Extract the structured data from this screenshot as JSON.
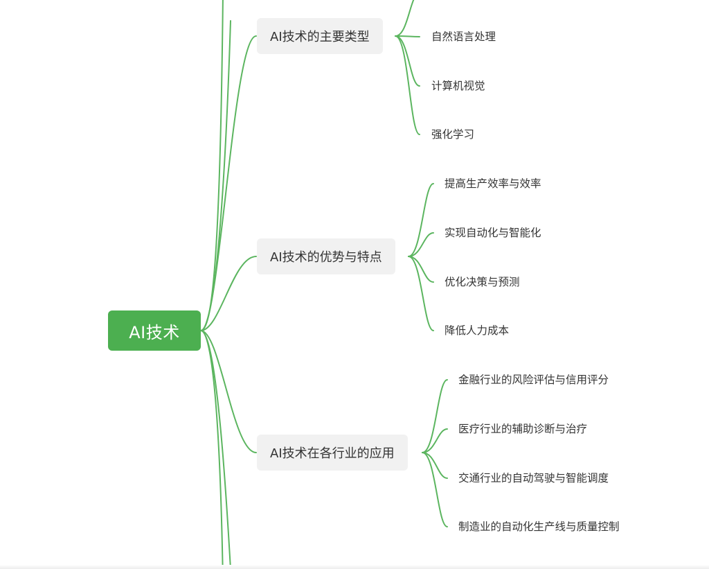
{
  "colors": {
    "accent": "#4caf50",
    "branch_bg": "#f1f1f1",
    "text": "#333333",
    "line": "#5bb55f"
  },
  "root": {
    "label": "AI技术"
  },
  "branches": [
    {
      "label": "AI技术的主要类型",
      "children": [
        "自然语言处理",
        "计算机视觉",
        "强化学习"
      ]
    },
    {
      "label": "AI技术的优势与特点",
      "children": [
        "提高生产效率与效率",
        "实现自动化与智能化",
        "优化决策与预测",
        "降低人力成本"
      ]
    },
    {
      "label": "AI技术在各行业的应用",
      "children": [
        "金融行业的风险评估与信用评分",
        "医疗行业的辅助诊断与治疗",
        "交通行业的自动驾驶与智能调度",
        "制造业的自动化生产线与质量控制"
      ]
    }
  ]
}
